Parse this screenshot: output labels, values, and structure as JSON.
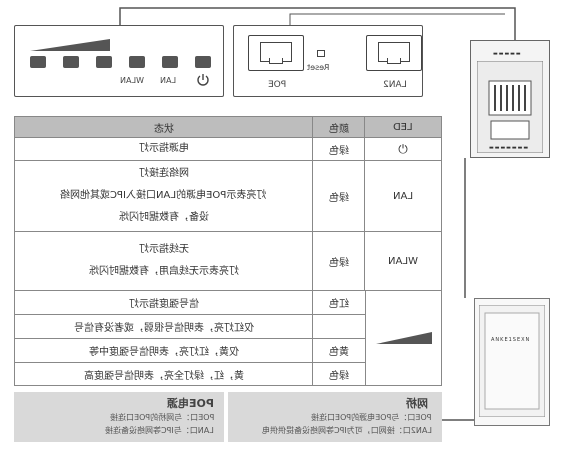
{
  "panel": {
    "leds": [
      {
        "label": ""
      },
      {
        "label": ""
      },
      {
        "label": "WLAN"
      },
      {
        "label": "LAN"
      },
      {
        "label": ""
      }
    ],
    "ports": {
      "poe_label": "POE",
      "lan2_label": "LAN2",
      "reset_label": "Reset"
    },
    "power_icon": "power-icon"
  },
  "table": {
    "headers": {
      "status": "状态",
      "color": "颜色",
      "led": "LED"
    },
    "rows": [
      {
        "led": "⏻",
        "color": "绿色",
        "status": [
          "电源指示灯"
        ]
      },
      {
        "led": "LAN",
        "color": "绿色",
        "status": [
          "网络连接灯",
          "灯亮表示POE电源的LAN口接入IPC或其他网络",
          "设备，有数据时闪烁"
        ]
      },
      {
        "led": "WLAN",
        "color": "绿色",
        "status": [
          "无线指示灯",
          "灯亮表示无线启用，有数据时闪烁"
        ]
      }
    ],
    "signal": {
      "sub_rows": [
        {
          "color": "红色",
          "status": "信号强度指示灯"
        },
        {
          "color": "",
          "status": "仅红灯亮，表明信号很弱，或者没有信号"
        },
        {
          "color": "黄色",
          "status": "仅黄，红灯亮，表明信号强度中等"
        },
        {
          "color": "绿色",
          "status": "黄，红，绿灯全亮，表明信号强度高"
        }
      ]
    }
  },
  "footer": {
    "left": {
      "title": "POE电源",
      "lines": [
        "POE口：与网桥的POE口连接",
        "LAN口：与IPC等网络设备连接"
      ]
    },
    "right": {
      "title": "网桥",
      "lines": [
        "POE口：与POE电源的POE口连接",
        "LAN2口：接网口，可为IPC等网络设备提供供电"
      ]
    }
  },
  "devices": {
    "top_brand": "▬▬▬▬▬",
    "top_label": "▬▬▬▬▬▬▬",
    "bottom_label": "ANKE1SEXN"
  }
}
